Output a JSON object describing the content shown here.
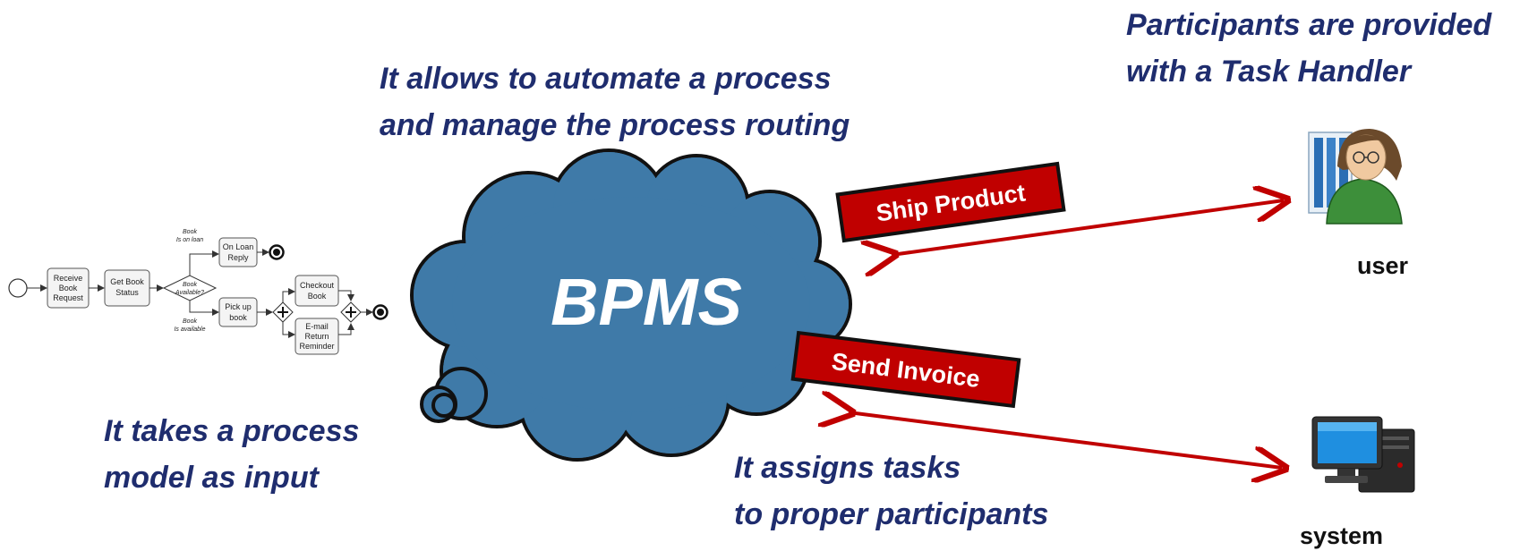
{
  "captions": {
    "automate": [
      "It allows to automate a process",
      "and manage the process routing"
    ],
    "participants": [
      "Participants are provided",
      "with a Task Handler"
    ],
    "input": [
      "It takes a process",
      "model as input"
    ],
    "assigns": [
      "It assigns tasks",
      "to proper participants"
    ]
  },
  "cloud": {
    "label": "BPMS",
    "color": "#3f7aa8"
  },
  "tasks": {
    "ship": "Ship Product",
    "invoice": "Send Invoice",
    "color": "#c00000"
  },
  "participants": {
    "user": "user",
    "system": "system"
  },
  "process_model": {
    "receive": [
      "Receive",
      "Book",
      "Request"
    ],
    "get_status": [
      "Get Book",
      "Status"
    ],
    "gateway": [
      "Book",
      "Available?"
    ],
    "on_loan_reply": [
      "On Loan",
      "Reply"
    ],
    "on_loan_condition": [
      "Book",
      "Is on loan"
    ],
    "available_condition": [
      "Book",
      "Is available"
    ],
    "pickup": [
      "Pick up",
      "book"
    ],
    "checkout": [
      "Checkout",
      "Book"
    ],
    "email": [
      "E-mail",
      "Return",
      "Reminder"
    ]
  },
  "colors": {
    "caption": "#1f2d6e",
    "arrow": "#c00000"
  }
}
